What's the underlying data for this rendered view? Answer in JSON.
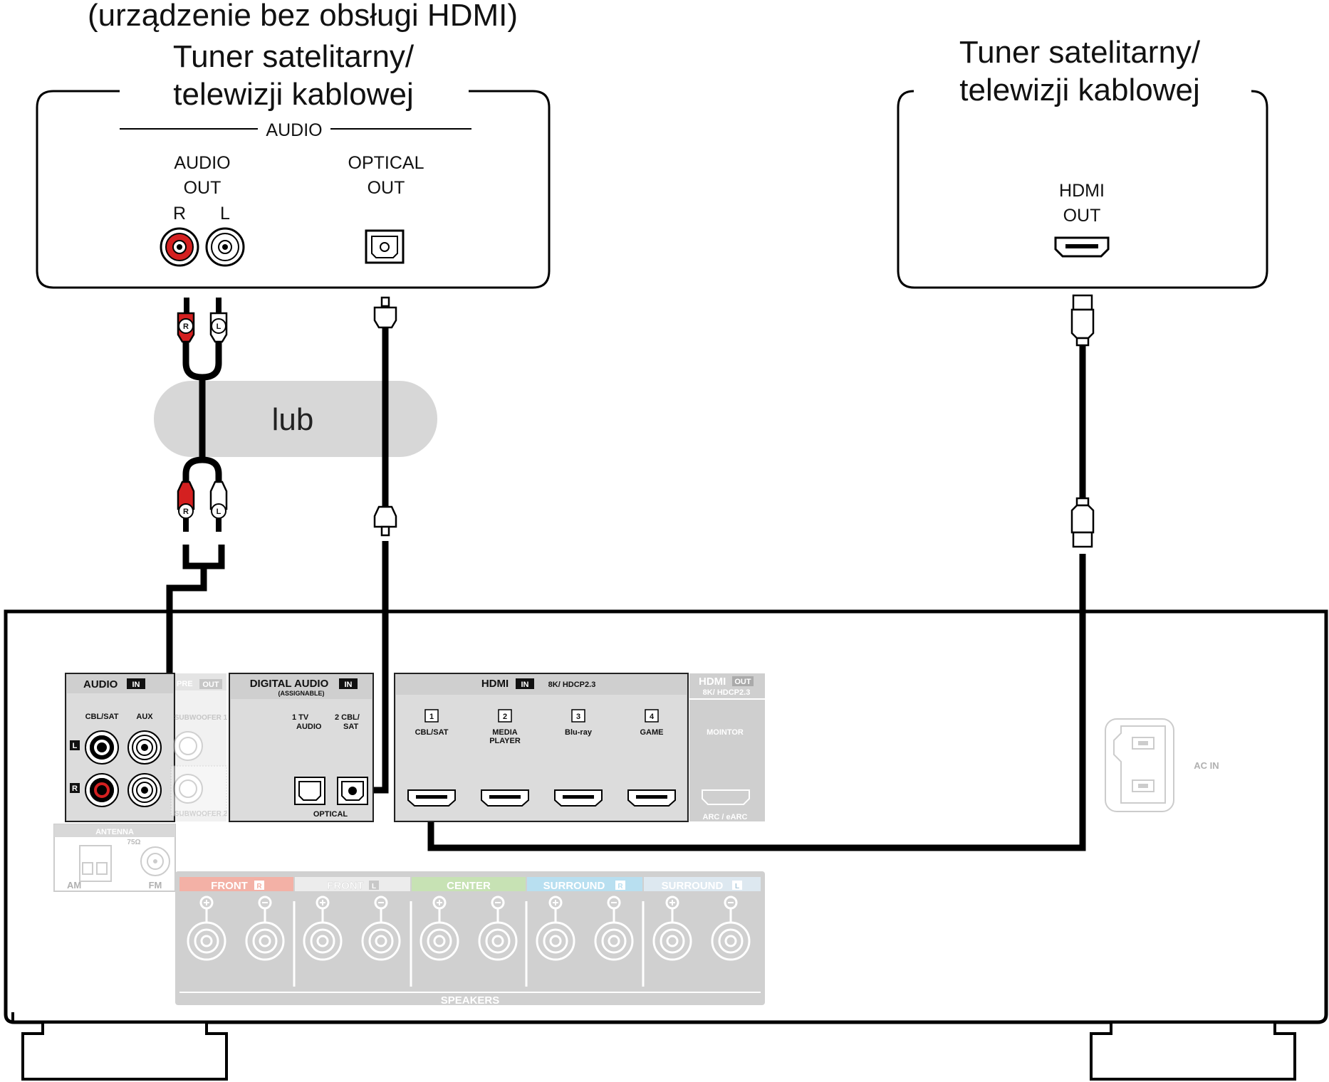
{
  "left_device": {
    "note": "(urządzenie bez obsługi HDMI)",
    "title_line1": "Tuner satelitarny/",
    "title_line2": "telewizji kablowej",
    "section": "AUDIO",
    "audio_out_1": "AUDIO",
    "audio_out_2": "OUT",
    "r": "R",
    "l": "L",
    "optical_1": "OPTICAL",
    "optical_2": "OUT"
  },
  "right_device": {
    "title_line1": "Tuner satelitarny/",
    "title_line2": "telewizji kablowej",
    "hdmi_1": "HDMI",
    "hdmi_2": "OUT"
  },
  "or_label": "lub",
  "plug_r": "R",
  "plug_l": "L",
  "receiver": {
    "audio_in": "AUDIO",
    "in_badge": "IN",
    "out_badge": "OUT",
    "cbl_sat": "CBL/SAT",
    "aux": "AUX",
    "ch_l": "L",
    "ch_r": "R",
    "pre_out": "PRE",
    "subwoofer1": "SUBWOOFER 1",
    "subwoofer2": "SUBWOOFER 2",
    "digital_audio": "DIGITAL AUDIO",
    "assignable": "(ASSIGNABLE)",
    "dig_1": "1   TV",
    "dig_1b": "AUDIO",
    "dig_2": "2 CBL/",
    "dig_2b": "SAT",
    "optical": "OPTICAL",
    "hdmi_in": "HDMI",
    "hdmi_spec": "8K/ HDCP2.3",
    "hdmi_inputs": [
      {
        "num": "1",
        "label": "CBL/SAT",
        "label2": ""
      },
      {
        "num": "2",
        "label": "MEDIA",
        "label2": "PLAYER"
      },
      {
        "num": "3",
        "label": "Blu-ray",
        "label2": ""
      },
      {
        "num": "4",
        "label": "GAME",
        "label2": ""
      }
    ],
    "hdmi_out": "HDMI",
    "hdmi_out_spec": "8K/ HDCP2.3",
    "monitor": "MOINTOR",
    "arc": "ARC / eARC",
    "antenna": "ANTENNA",
    "ohm": "75Ω",
    "am": "AM",
    "fm": "FM",
    "ac_in": "AC IN",
    "speakers": "SPEAKERS",
    "speaker_groups": [
      "FRONT",
      "FRONT",
      "CENTER",
      "SURROUND",
      "SURROUND"
    ],
    "speaker_badges": [
      "R",
      "L",
      "",
      "R",
      "L"
    ]
  },
  "colors": {
    "red": "#d42020",
    "front_r": "#f3b1a6",
    "front_l": "#ececec",
    "center": "#c7e2b4",
    "surround_r": "#b8dff0",
    "surround_l": "#dde8f0",
    "panel": "#d0d0d0"
  }
}
